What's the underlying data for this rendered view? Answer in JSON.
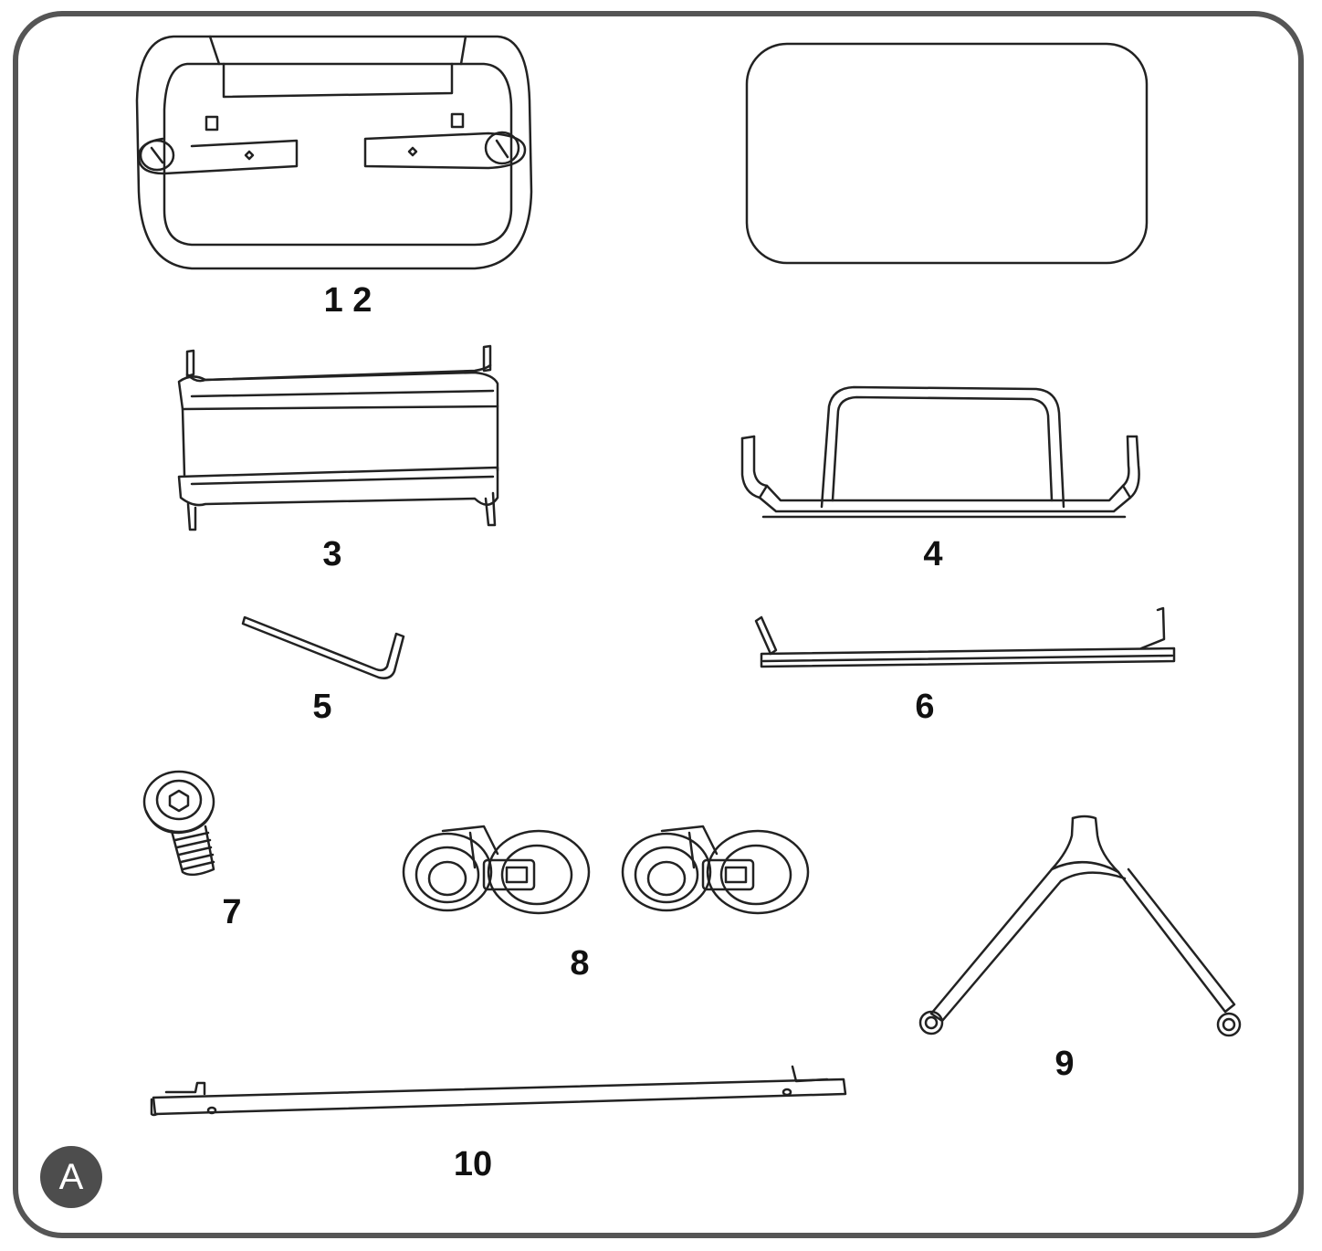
{
  "parts": [
    {
      "id": "part-1-2",
      "label": "1 2"
    },
    {
      "id": "part-3",
      "label": "3"
    },
    {
      "id": "part-4",
      "label": "4"
    },
    {
      "id": "part-5",
      "label": "5"
    },
    {
      "id": "part-6",
      "label": "6"
    },
    {
      "id": "part-7",
      "label": "7"
    },
    {
      "id": "part-8",
      "label": "8"
    },
    {
      "id": "part-9",
      "label": "9"
    },
    {
      "id": "part-10",
      "label": "10"
    }
  ],
  "badge": {
    "label": "A"
  },
  "colors": {
    "line": "#222222",
    "frame": "#555555",
    "badge": "#4d4d4d"
  }
}
